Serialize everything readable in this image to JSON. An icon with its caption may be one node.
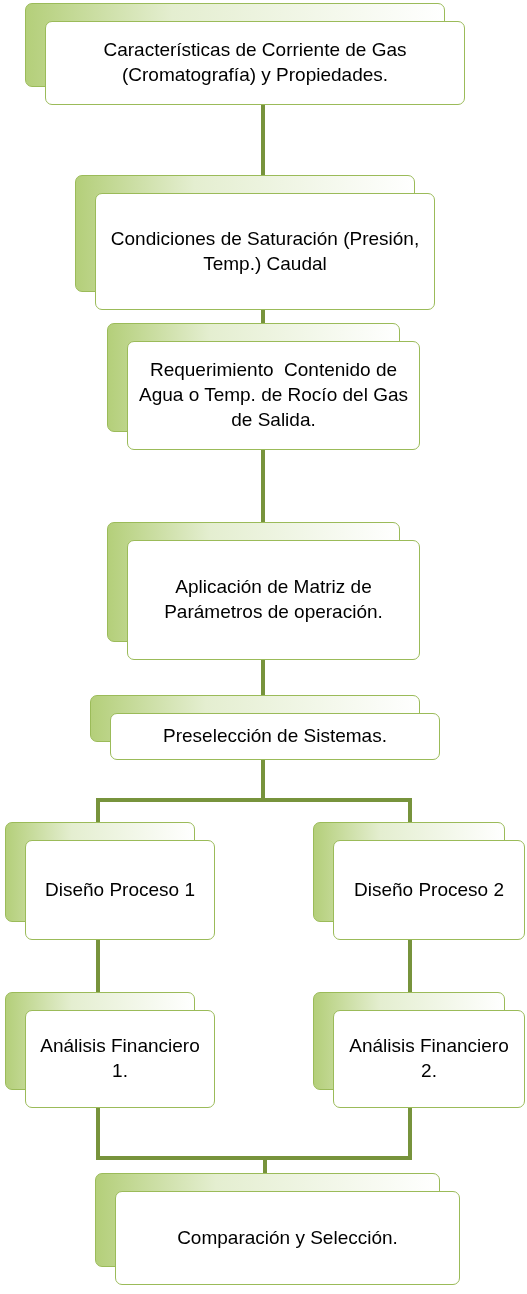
{
  "diagram": {
    "nodes": [
      {
        "text": [
          "Características de Corriente de Gas (Cromatografía) y Propiedades."
        ]
      },
      {
        "text": [
          "Condiciones de Saturación (Presión, Temp.) Caudal"
        ]
      },
      {
        "text": [
          "Requerimiento  Contenido de Agua o Temp. de Rocío del Gas de Salida."
        ]
      },
      {
        "text": [
          "Aplicación de Matriz de Parámetros de operación."
        ]
      },
      {
        "text": [
          "Preselección de Sistemas."
        ]
      },
      {
        "text": [
          "Diseño Proceso 1"
        ]
      },
      {
        "text": [
          "Diseño Proceso 2"
        ]
      },
      {
        "text": [
          "Análisis Financiero 1."
        ]
      },
      {
        "text": [
          "Análisis Financiero 2."
        ]
      },
      {
        "text": [
          "Comparación y Selección."
        ]
      }
    ],
    "edges": [
      {
        "from": 0,
        "to": 1,
        "arrow": "none"
      },
      {
        "from": 1,
        "to": 2,
        "arrow": "none"
      },
      {
        "from": 2,
        "to": 3,
        "arrow": "none"
      },
      {
        "from": 3,
        "to": 4,
        "arrow": "none"
      },
      {
        "from": 4,
        "to": 5,
        "arrow": "none"
      },
      {
        "from": 4,
        "to": 6,
        "arrow": "none"
      },
      {
        "from": 5,
        "to": 7,
        "arrow": "none"
      },
      {
        "from": 6,
        "to": 8,
        "arrow": "none"
      },
      {
        "from": 7,
        "to": 9,
        "arrow": "none"
      },
      {
        "from": 8,
        "to": 9,
        "arrow": "none"
      }
    ]
  }
}
